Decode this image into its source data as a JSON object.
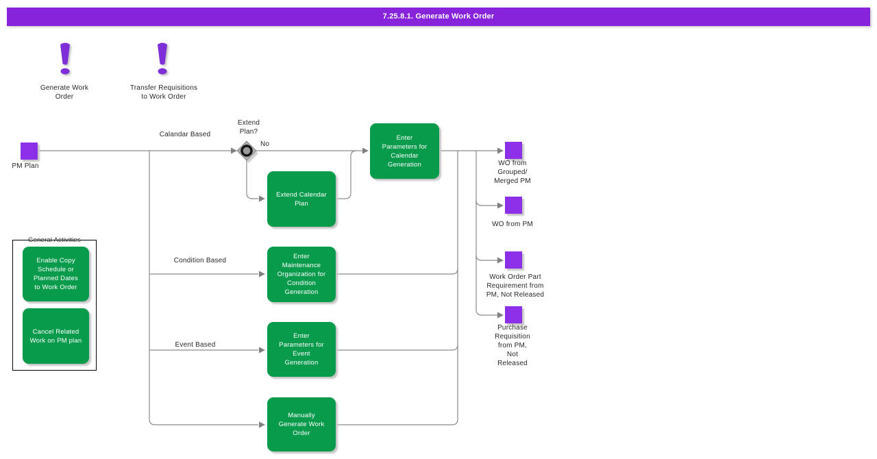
{
  "title": "7.25.8.1. Generate Work Order",
  "notifications": [
    {
      "label": "Generate Work\nOrder"
    },
    {
      "label": "Transfer Requisitions\nto Work Order"
    }
  ],
  "start": {
    "label": "PM Plan"
  },
  "branches": {
    "calendar": "Calandar Based",
    "condition": "Condition Based",
    "event": "Event Based"
  },
  "decision": {
    "question": "Extend\nPlan?",
    "no": "No"
  },
  "processes": {
    "calendar_gen": "Enter\nParameters for\nCalendar\nGeneration",
    "extend_plan": "Extend Calendar\nPlan",
    "condition_gen": "Enter\nMaintenance\nOrganization for\nCondition\nGeneration",
    "event_gen": "Enter\nParameters for\nEvent\nGeneration",
    "manual_gen": "Manually\nGenerate Work\nOrder"
  },
  "general_activities": {
    "title": "General Activities",
    "items": [
      "Enable Copy\nSchedule or\nPlanned Dates\nto Work Order",
      "Cancel Related\nWork on PM plan"
    ]
  },
  "outputs": [
    {
      "label": "WO from\nGrouped/\nMerged PM"
    },
    {
      "label": "WO from PM"
    },
    {
      "label": "Work Order Part\nRequirement from\nPM, Not Released"
    },
    {
      "label": "Purchase\nRequisition\nfrom PM,\nNot\nReleased"
    }
  ],
  "colors": {
    "titlebar": "#8623DB",
    "node_purple": "#8C30E8",
    "process_green": "#089B4C",
    "connector_gray": "#8a8a8a"
  }
}
